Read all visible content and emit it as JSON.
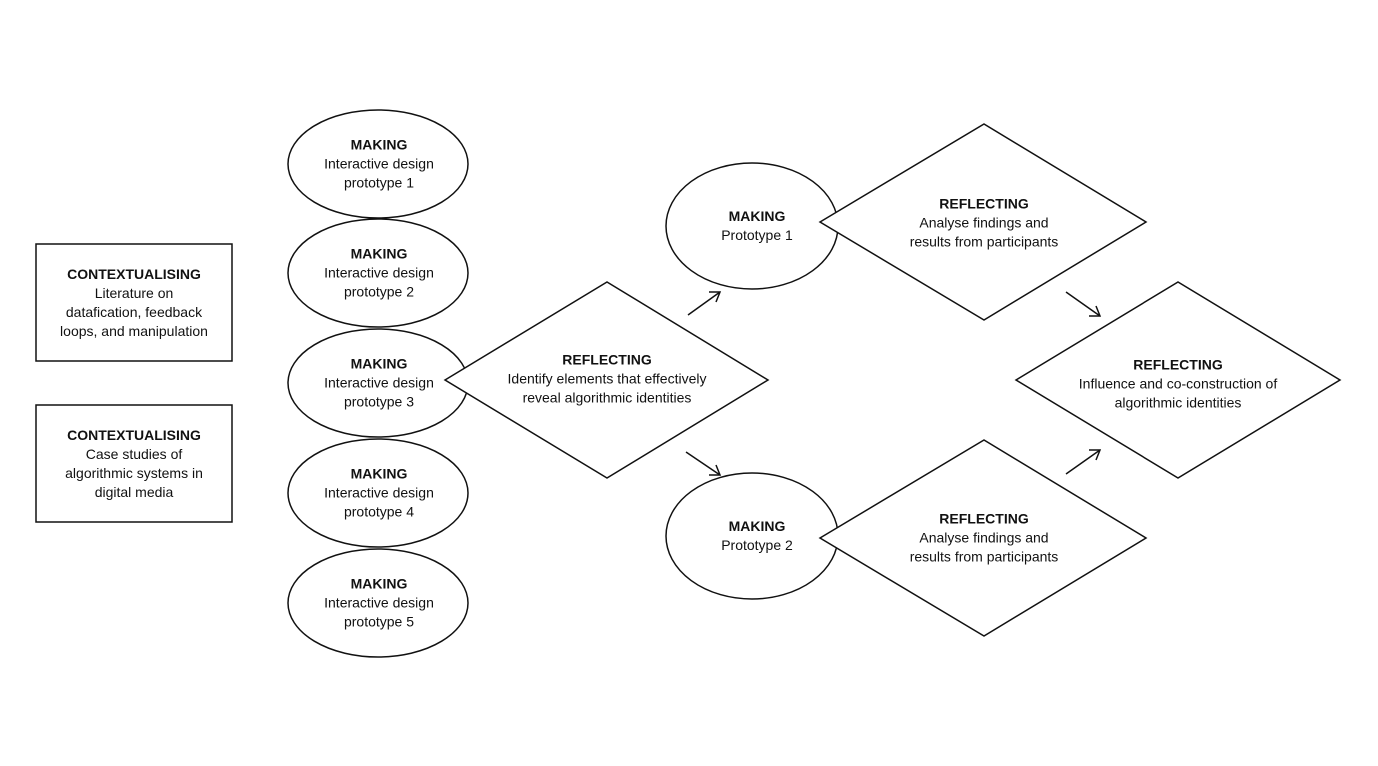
{
  "contexts": [
    {
      "title": "CONTEXTUALISING",
      "lines": [
        "Literature on",
        "datafication, feedback",
        "loops, and manipulation"
      ]
    },
    {
      "title": "CONTEXTUALISING",
      "lines": [
        "Case studies of",
        "algorithmic systems in",
        "digital media"
      ]
    }
  ],
  "prototypes": [
    {
      "title": "MAKING",
      "lines": [
        "Interactive design",
        "prototype 1"
      ]
    },
    {
      "title": "MAKING",
      "lines": [
        "Interactive design",
        "prototype 2"
      ]
    },
    {
      "title": "MAKING",
      "lines": [
        "Interactive design",
        "prototype 3"
      ]
    },
    {
      "title": "MAKING",
      "lines": [
        "Interactive design",
        "prototype 4"
      ]
    },
    {
      "title": "MAKING",
      "lines": [
        "Interactive design",
        "prototype 5"
      ]
    }
  ],
  "reflect_center": {
    "title": "REFLECTING",
    "lines": [
      "Identify elements that effectively",
      "reveal algorithmic identities"
    ]
  },
  "making_right": [
    {
      "title": "MAKING",
      "lines": [
        "Prototype 1"
      ]
    },
    {
      "title": "MAKING",
      "lines": [
        "Prototype 2"
      ]
    }
  ],
  "reflect_right": [
    {
      "title": "REFLECTING",
      "lines": [
        "Analyse findings and",
        "results from participants"
      ]
    },
    {
      "title": "REFLECTING",
      "lines": [
        "Analyse findings and",
        "results from participants"
      ]
    }
  ],
  "reflect_final": {
    "title": "REFLECTING",
    "lines": [
      "Influence and co-construction of",
      "algorithmic identities"
    ]
  }
}
